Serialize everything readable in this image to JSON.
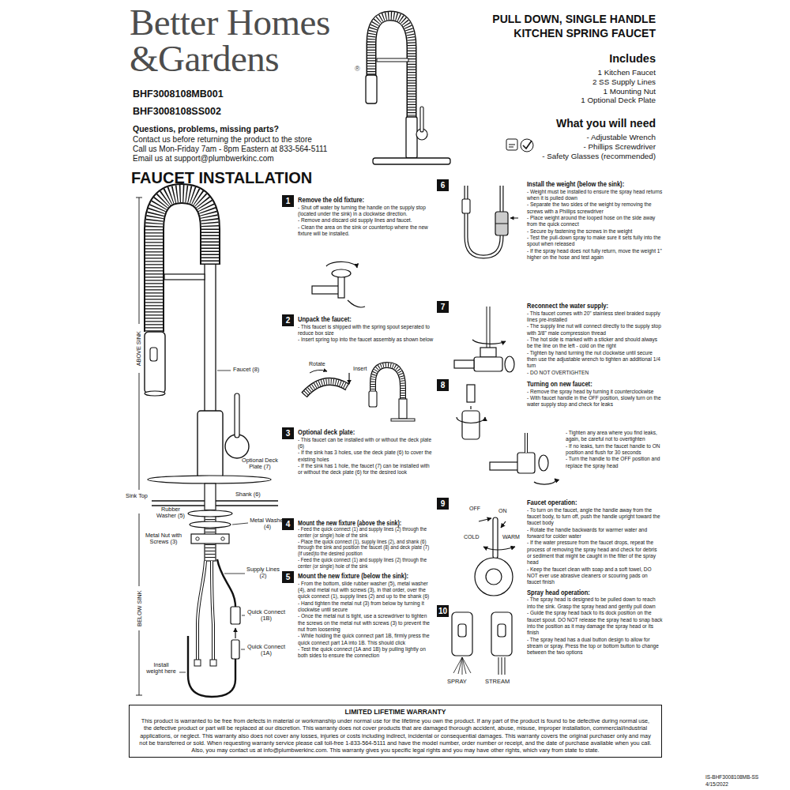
{
  "diagram": {
    "title": "PULL DOWN, SINGLE HANDLE KITCHEN SPRING FAUCET",
    "nodes": [
      {
        "text": [
          "1"
        ]
      },
      {
        "text": [
          "2"
        ]
      },
      {
        "text": [
          "3"
        ]
      },
      {
        "text": [
          "4"
        ]
      },
      {
        "text": [
          "5"
        ]
      },
      {
        "text": [
          "6"
        ]
      },
      {
        "text": [
          "7"
        ]
      },
      {
        "text": [
          "8"
        ]
      },
      {
        "text": [
          "9"
        ]
      },
      {
        "text": [
          "10"
        ]
      },
      {
        "text": [
          "LIMITED LIFETIME WARRANTY",
          "This product is warranted to be free from defects in material or workmanship under normal use for the lifetime you own the product. If any part of the product is found to be defective during normal use, the defective product or part will be replaced at our discretion. This warranty does not cover products that are damaged thorough accident, abuse, misuse, improper installation, commercial/industrial applications, or neglect. This warranty also does not cover any losses, injuries or costs including indirect, incidental or consequential damages. This warranty covers the original purchaser only and may not be transferred or sold. When requesting warranty service please call toll-free 1-833-564-5111 and have the model number, order number or receipt, and the date of purchase available when you call. Also, you may contact us at info@plumbwerkinc.com. This warranty gives you specific legal rights and you may have other rights, which vary from state to state."
        ]
      }
    ],
    "labels": [
      "Better Homes",
      "&Gardens",
      "®",
      "BHF3008108MB001",
      "BHF3008108SS002",
      "Questions, problems, missing parts?",
      "Contact us before returning the product to the store",
      "Call us Mon-Friday 7am - 8pm Eastern at 833-564-5111",
      "Email us at support@plumbwerkinc.com",
      "Includes",
      "1 Kitchen Faucet",
      "2 SS Supply Lines",
      "1 Mounting Nut",
      "1 Optional Deck Plate",
      "What you will need",
      "- Adjustable Wrench",
      "- Phillips Screwdriver",
      "- Safety Glasses (recommended)",
      "FAUCET INSTALLATION",
      "ABOVE SINK",
      "Faucet (8)",
      "Optional Deck Plate (7)",
      "Sink Top",
      "Shank (6)",
      "Rubber Washer (5)",
      "Metal Washer (4)",
      "Metal Nut with Screws (3)",
      "BELOW SINK",
      "Supply Lines (2)",
      "Quick Connect (1B)",
      "Quick Connect (1A)",
      "Install weight here",
      "Remove the old fixture:",
      "- Shut off water by turning the handle on the supply stop (located under the sink) in a clockwise direction.",
      "- Remove and discard old supply lines and faucet.",
      "- Clean the area on the sink or countertop where the new fixture will be installed.",
      "Unpack the faucet:",
      "- This faucet is shipped with the spring spout seperated to reduce box size",
      "- Insert spring top into the faucet assembly as shown below",
      "Rotate",
      "Insert",
      "Optional deck plate:",
      "- This faucet can be installed with or without the deck plate (6)",
      "- If the sink has 3 holes, use the deck plate (6) to cover the existing holes",
      "- If the sink has 1 hole, the faucet (7) can be installed with or without the deck plate (6) for the desired look",
      "Mount the new fixture (above the sink):",
      "- Feed the quick connect (1) and supply lines (2) through the center (or single) hole of the sink",
      "- Place the quick connect (1), supply lines (2), and shank (6) through the sink and position the faucet (8) and deck plate (7) (if used)to the desired position",
      "- Feed the quick connect (1) and supply lines (2) through the center (or single) hole of the sink",
      "Mount the new fixture (below the sink):",
      "- From the bottom, slide rubber washer (5), metal washer (4), and metal nut with screws (3), in that order, over the quick connect (1), supply lines (2) and up to the shank (6)",
      "- Hand tighten the metal nut (3) from below by turning it clockwise until secure",
      "- Once the metal nut is tight, use a screwdriver to tighten the screws on the metal nut with screws (3) to prevent the nut from loosening",
      "- While holding the quick connect part 1B, firmly press the quick connect part 1A into 1B. This should click",
      "- Test the quick connect (1A and 1B) by pulling lightly on both sides to ensure the connection",
      "Install the weight (below the sink):",
      "- Weight must be installed to ensure the spray head returns when it is pulled down",
      "- Separate the two sides of the weight by removing the screws with a Phillips screwdriver",
      "- Place weight around the looped hose on the side away from the quick connect",
      "- Secure by fastening the screws in the weight",
      "- Test the pull-down spray to make sure it sets fully into the spout when released",
      "- If the spray head does not fully return, move the weight 1\" higher on the hose and test again",
      "Reconnect the water supply:",
      "- This faucet comes with 20\" stainless steel braided supply lines pre-installed",
      "- The supply line nut will connect directly to the supply stop with 3/8\" male compression thread",
      "- The hot side is marked with a sticker and should always be the line on the left - cold on the right",
      "- Tighten by hand turning the nut clockwise until secure then use the adjustable wrench to tighten an additional 1/4 turn",
      "- DO NOT OVERTIGHTEN",
      "Turning on new faucet:",
      "- Remove the spray head by turning it counterclockwise",
      "- With faucet handle in the OFF position, slowly turn on the water supply stop and check for leaks",
      "- Tighten any area where you find leaks, again, be careful not to overtighten",
      "- If no leaks, turn the faucet handle to ON position and flush for 30 seconds",
      "- Turn the handle to the OFF position and replace the spray head",
      "Faucet operation:",
      "- To turn on the faucet, angle the handle away from the faucet body, to turn off, push the handle upright toward the faucet body",
      "- Rotate the handle backwards for warmer water and forward for colder water",
      "- If the water pressure from the faucet drops, repeat the process of removing the spray head and check for debris or sediment that might be caught in the filter of the spray head",
      "- Keep the faucet clean with soap and a soft towel, DO NOT ever use abrasive cleaners or scouring pads on faucet finish",
      "OFF",
      "ON",
      "COLD",
      "WARM",
      "Spray head operation:",
      "- The spray head is designed to be pulled down to reach into the sink. Grasp the spray head and gently pull down",
      "- Guide the spray head back to its dock position on the faucet spout. DO NOT release the spray head to snap back into the position as it may damage the spray head or its finish",
      "- The spray head has a dual button design to allow for stream or spray. Press the top or bottom button to change between the two options",
      "SPRAY",
      "STREAM",
      "IS-BHF3008108MB-SS",
      "4/15/2022"
    ]
  }
}
